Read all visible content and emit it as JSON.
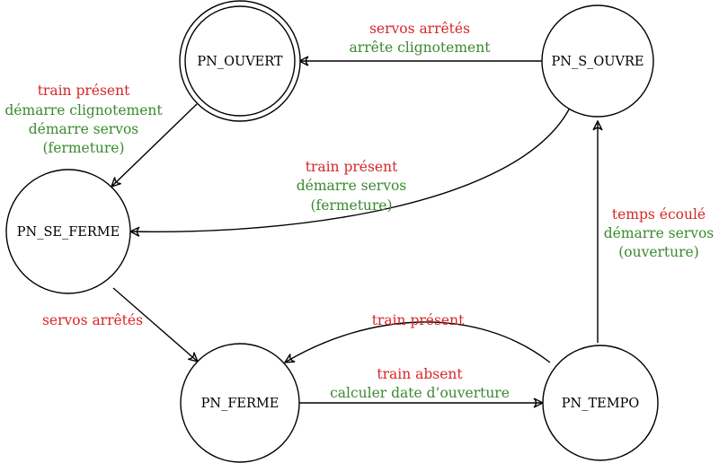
{
  "states": {
    "pn_ouvert": "PN_OUVERT",
    "pn_s_ouvre": "PN_S_OUVRE",
    "pn_se_ferme": "PN_SE_FERME",
    "pn_ferme": "PN_FERME",
    "pn_tempo": "PN_TEMPO"
  },
  "transitions": {
    "s_ouvre_to_ouvert": {
      "event": "servos arrêtés",
      "actions": [
        "arrête clignotement"
      ]
    },
    "ouvert_to_se_ferme": {
      "event": "train présent",
      "actions": [
        "démarre clignotement",
        "démarre servos",
        "(fermeture)"
      ]
    },
    "s_ouvre_to_se_ferme": {
      "event": "train présent",
      "actions": [
        "démarre servos",
        "(fermeture)"
      ]
    },
    "se_ferme_to_ferme": {
      "event": "servos arrêtés",
      "actions": []
    },
    "tempo_to_ferme": {
      "event": "train présent",
      "actions": []
    },
    "ferme_to_tempo": {
      "event": "train absent",
      "actions": [
        "calculer date d’ouverture"
      ]
    },
    "tempo_to_s_ouvre": {
      "event": "temps écoulé",
      "actions": [
        "démarre servos",
        "(ouverture)"
      ]
    }
  },
  "colors": {
    "event": "#d62728",
    "action": "#3a8a2e",
    "stroke": "#000000"
  }
}
